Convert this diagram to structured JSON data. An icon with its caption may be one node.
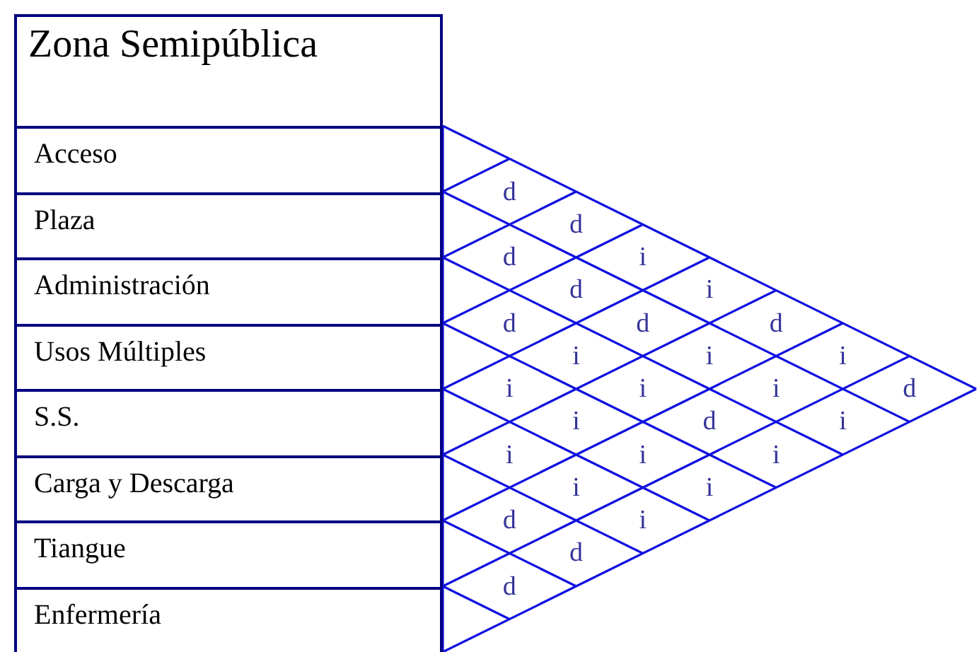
{
  "diagram": {
    "title": "Zona Semipública",
    "labels": [
      "Acceso",
      "Plaza",
      "Administración",
      "Usos Múltiples",
      "S.S.",
      "Carga y Descarga",
      "Tiangue",
      "Enfermería",
      "d",
      "d",
      "d",
      "i",
      "d",
      "i",
      "d",
      "d",
      "d",
      "i",
      "i",
      "i",
      "i",
      "i",
      "i",
      "d",
      "i",
      "d",
      "i",
      "i",
      "i",
      "i",
      "i",
      "i",
      "d",
      "i",
      "d",
      "d"
    ]
  }
}
